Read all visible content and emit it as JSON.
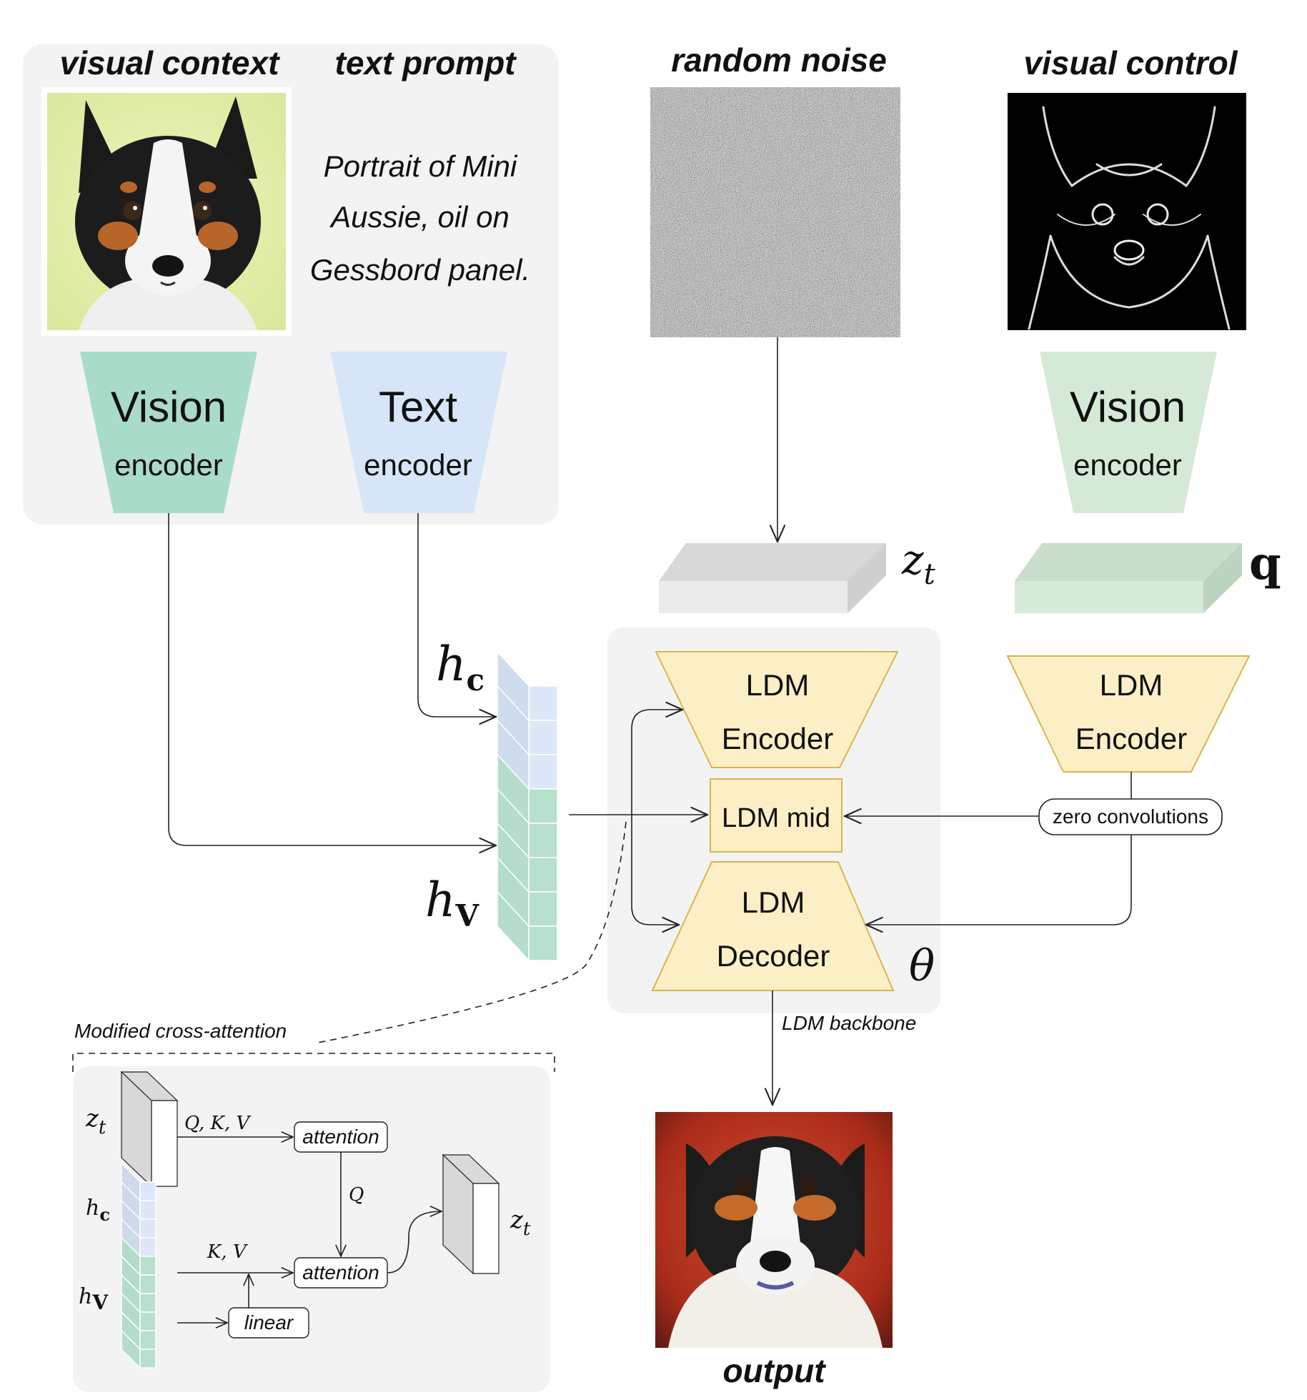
{
  "headings": {
    "visual_context": "visual context",
    "text_prompt": "text prompt",
    "random_noise": "random noise",
    "visual_control": "visual control",
    "output": "output"
  },
  "prompt_lines": [
    "Portrait of Mini",
    "Aussie, oil on",
    "Gessbord panel."
  ],
  "encoders": {
    "vision_context": {
      "big": "Vision",
      "small": "encoder"
    },
    "text": {
      "big": "Text",
      "small": "encoder"
    },
    "vision_control": {
      "big": "Vision",
      "small": "encoder"
    }
  },
  "latents": {
    "z_t": "z",
    "z_t_sub": "t",
    "q": "q"
  },
  "tokens": {
    "h_c": "h",
    "h_c_sub": "c",
    "h_v": "h",
    "h_v_sub": "V"
  },
  "ldm": {
    "encoder_line1": "LDM",
    "encoder_line2": "Encoder",
    "mid": "LDM mid",
    "decoder_line1": "LDM",
    "decoder_line2": "Decoder",
    "control_encoder_line1": "LDM",
    "control_encoder_line2": "Encoder",
    "zero_conv": "zero convolutions",
    "theta": "θ",
    "backbone": "LDM backbone"
  },
  "cross_attention": {
    "title": "Modified cross-attention",
    "qkv": "Q, K, V",
    "q": "Q",
    "kv": "K, V",
    "attention_top": "attention",
    "attention_bottom": "attention",
    "linear": "linear",
    "z_in": "z",
    "z_in_sub": "t",
    "z_out": "z",
    "z_out_sub": "t",
    "hc": "h",
    "hc_sub": "c",
    "hv": "h",
    "hv_sub": "V"
  },
  "colors": {
    "panel_bg": "#f3f3f3",
    "vision_green": "#a8dcc8",
    "control_green": "#d5ead6",
    "text_blue": "#d6e6f8",
    "ldm_yellow": "#fcefc6",
    "ldm_stroke": "#d9b64a",
    "latent_gray": "#e1e1e1",
    "q_green": "#c9dfcb",
    "token_blue": "#c7d6ea",
    "token_green": "#a9d8c2"
  }
}
